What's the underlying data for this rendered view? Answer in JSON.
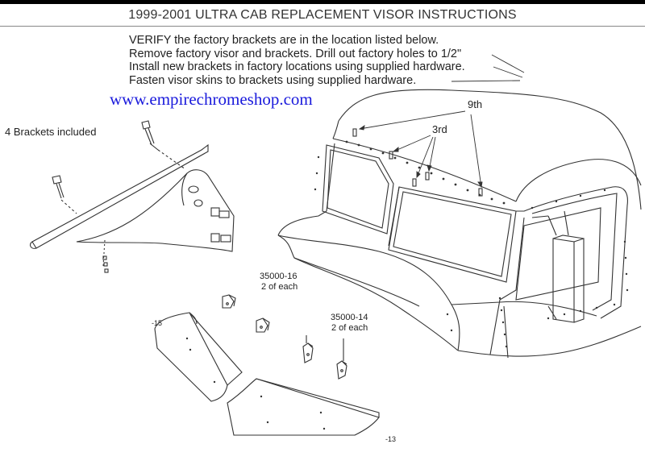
{
  "title": "1999-2001 ULTRA CAB REPLACEMENT VISOR INSTRUCTIONS",
  "instructions": [
    "VERIFY the factory brackets are in the location listed below.",
    "Remove factory visor and brackets.  Drill out factory holes to 1/2\"",
    "Install new brackets in factory locations using supplied hardware.",
    "Fasten visor skins to brackets using supplied hardware."
  ],
  "website": "www.empirechromeshop.com",
  "labels": {
    "brackets_included": "4 Brackets included",
    "pos_9th": "9th",
    "pos_3rd": "3rd",
    "part_a": "35000-16",
    "part_a_qty": "2 of each",
    "part_b": "35000-14",
    "part_b_qty": "2 of each",
    "skin_15": "-15",
    "skin_13": "-13"
  },
  "colors": {
    "ink": "#222222",
    "url": "#1a1adc"
  }
}
